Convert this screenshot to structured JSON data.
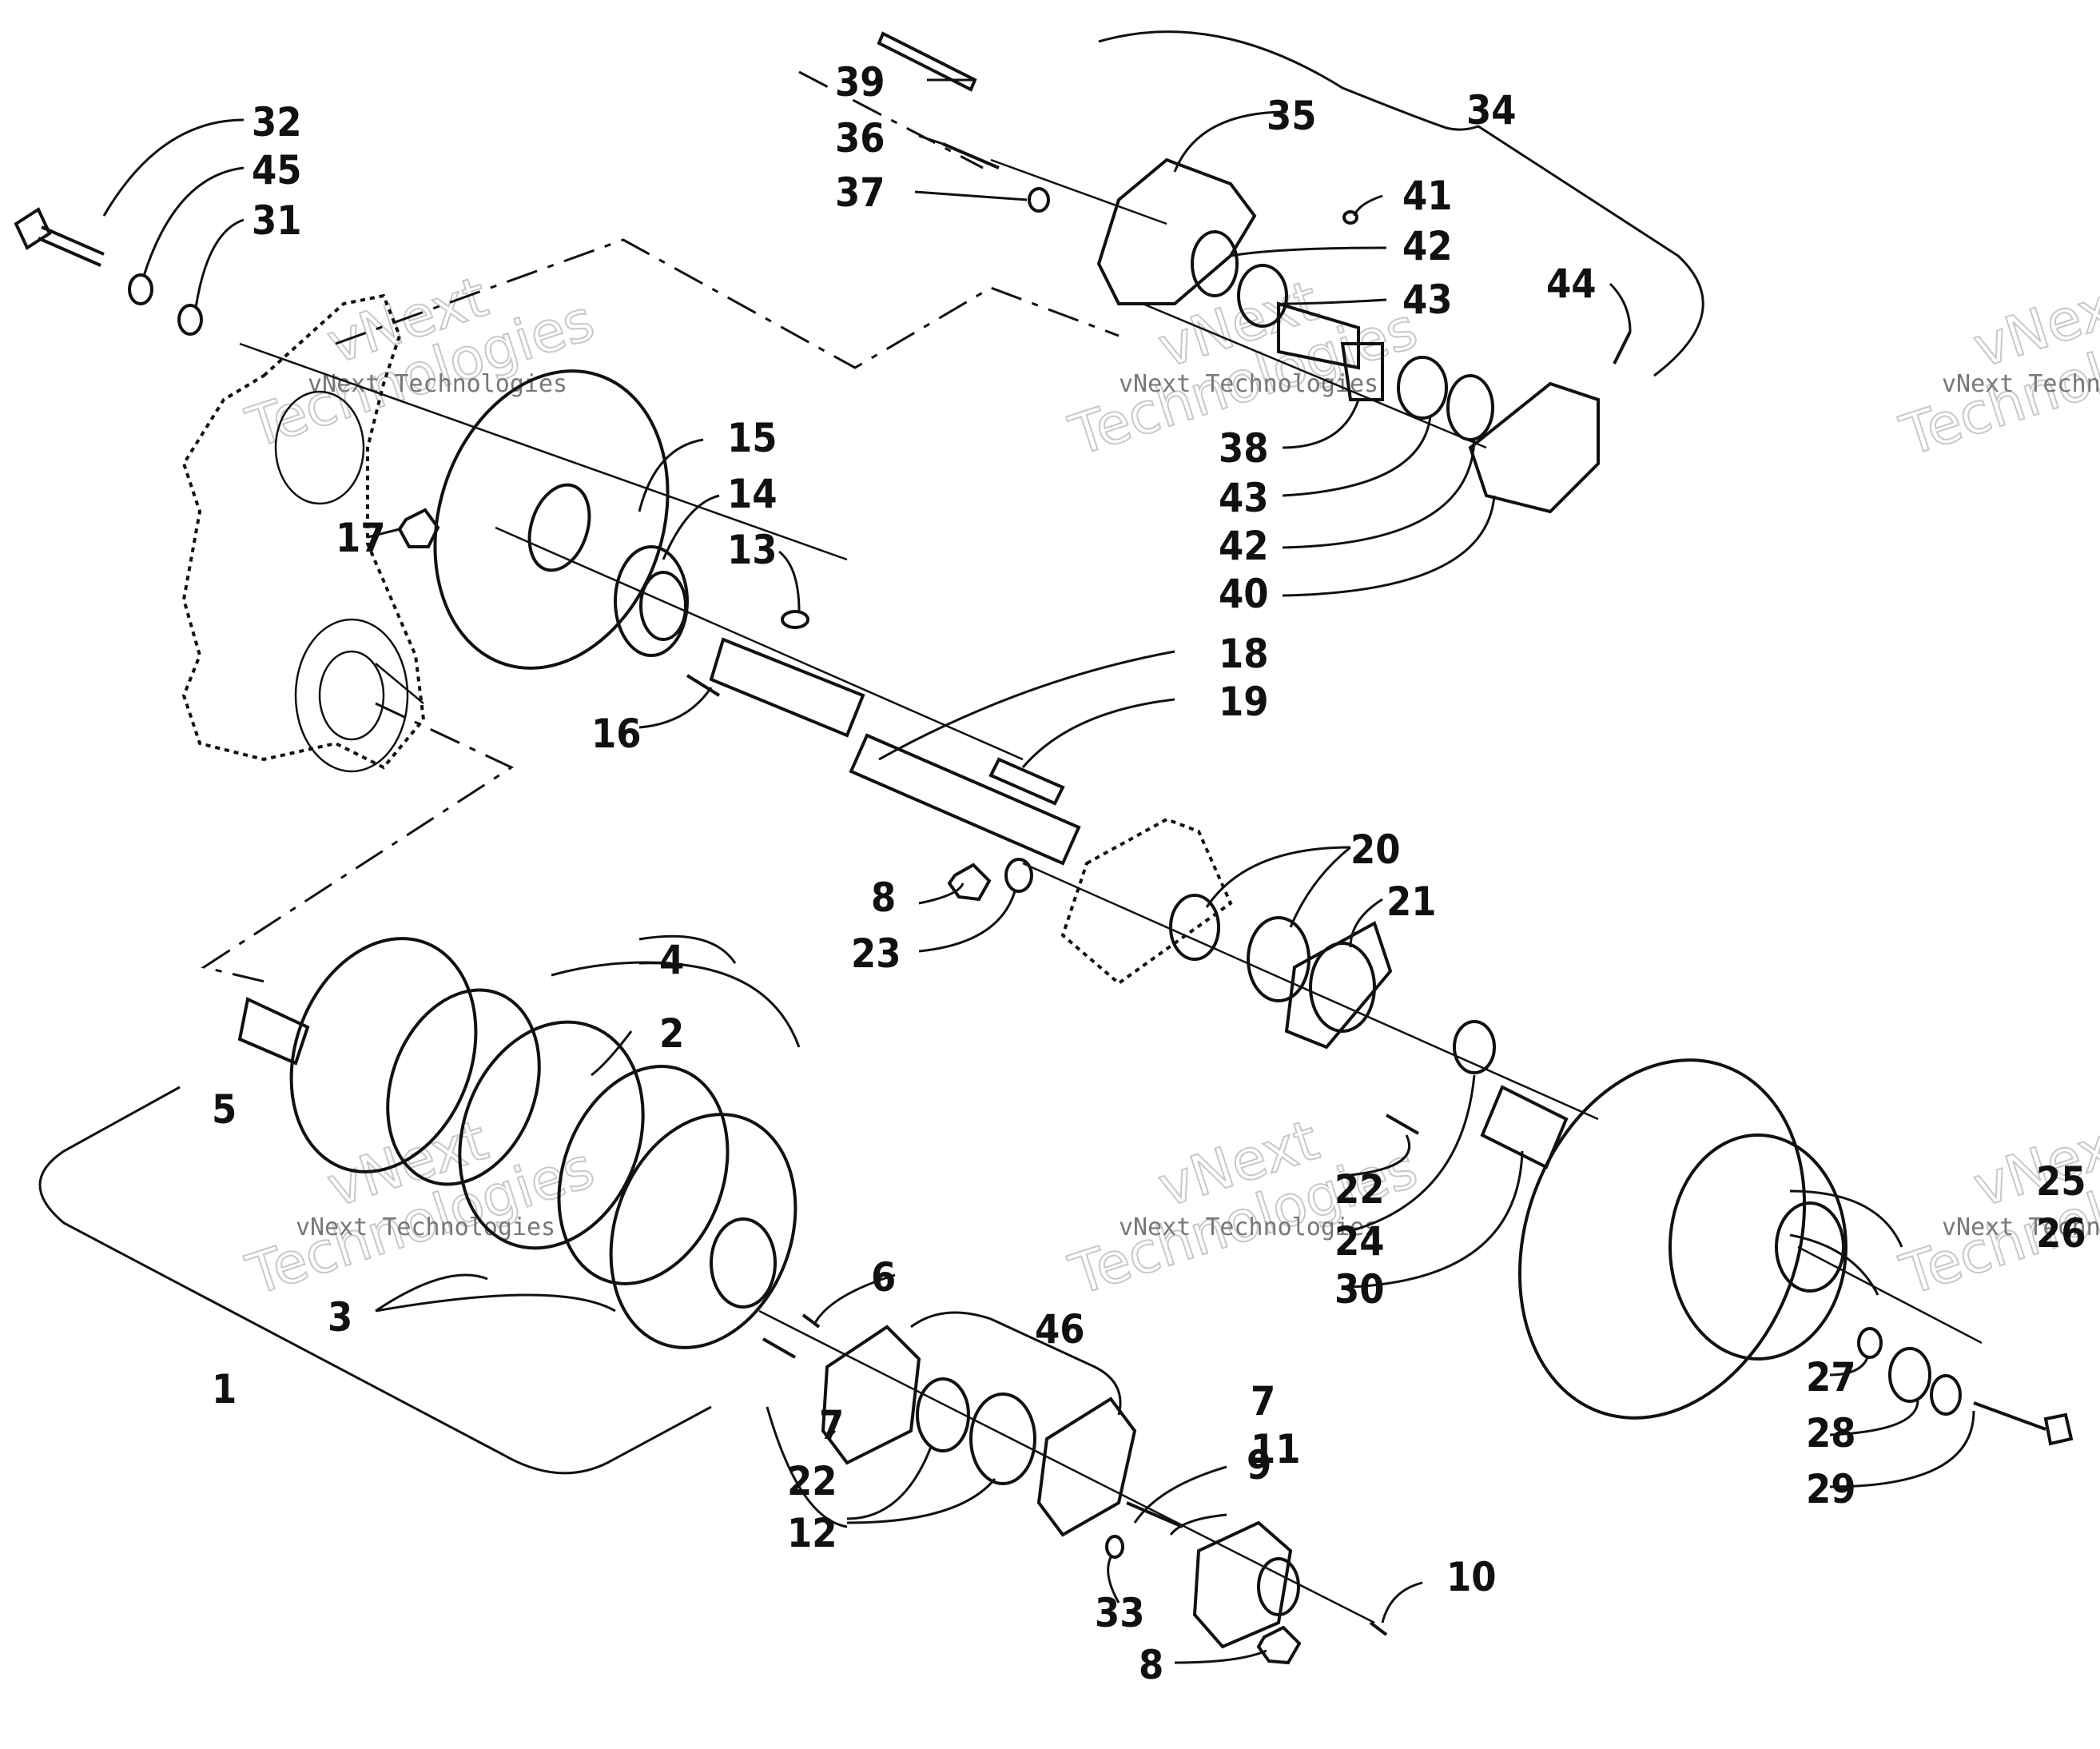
{
  "watermark": {
    "line1": "vNext",
    "line2": "Technologies",
    "caption": "vNext Technologies"
  },
  "labels": [
    {
      "id": "p1",
      "text": "1"
    },
    {
      "id": "p2",
      "text": "2"
    },
    {
      "id": "p3",
      "text": "3"
    },
    {
      "id": "p4",
      "text": "4"
    },
    {
      "id": "p5",
      "text": "5"
    },
    {
      "id": "p6",
      "text": "6"
    },
    {
      "id": "p7a",
      "text": "7"
    },
    {
      "id": "p7b",
      "text": "7"
    },
    {
      "id": "p8a",
      "text": "8"
    },
    {
      "id": "p8b",
      "text": "8"
    },
    {
      "id": "p9",
      "text": "9"
    },
    {
      "id": "p10",
      "text": "10"
    },
    {
      "id": "p11",
      "text": "11"
    },
    {
      "id": "p12",
      "text": "12"
    },
    {
      "id": "p13",
      "text": "13"
    },
    {
      "id": "p14",
      "text": "14"
    },
    {
      "id": "p15",
      "text": "15"
    },
    {
      "id": "p16",
      "text": "16"
    },
    {
      "id": "p17",
      "text": "17"
    },
    {
      "id": "p18",
      "text": "18"
    },
    {
      "id": "p19",
      "text": "19"
    },
    {
      "id": "p20",
      "text": "20"
    },
    {
      "id": "p21",
      "text": "21"
    },
    {
      "id": "p22a",
      "text": "22"
    },
    {
      "id": "p22b",
      "text": "22"
    },
    {
      "id": "p23",
      "text": "23"
    },
    {
      "id": "p24",
      "text": "24"
    },
    {
      "id": "p25",
      "text": "25"
    },
    {
      "id": "p26",
      "text": "26"
    },
    {
      "id": "p27",
      "text": "27"
    },
    {
      "id": "p28",
      "text": "28"
    },
    {
      "id": "p29",
      "text": "29"
    },
    {
      "id": "p30",
      "text": "30"
    },
    {
      "id": "p31",
      "text": "31"
    },
    {
      "id": "p32",
      "text": "32"
    },
    {
      "id": "p33",
      "text": "33"
    },
    {
      "id": "p34",
      "text": "34"
    },
    {
      "id": "p35",
      "text": "35"
    },
    {
      "id": "p36",
      "text": "36"
    },
    {
      "id": "p37",
      "text": "37"
    },
    {
      "id": "p38",
      "text": "38"
    },
    {
      "id": "p39",
      "text": "39"
    },
    {
      "id": "p40",
      "text": "40"
    },
    {
      "id": "p41",
      "text": "41"
    },
    {
      "id": "p42a",
      "text": "42"
    },
    {
      "id": "p42b",
      "text": "42"
    },
    {
      "id": "p43a",
      "text": "43"
    },
    {
      "id": "p43b",
      "text": "43"
    },
    {
      "id": "p44",
      "text": "44"
    },
    {
      "id": "p45",
      "text": "45"
    },
    {
      "id": "p46",
      "text": "46"
    }
  ]
}
